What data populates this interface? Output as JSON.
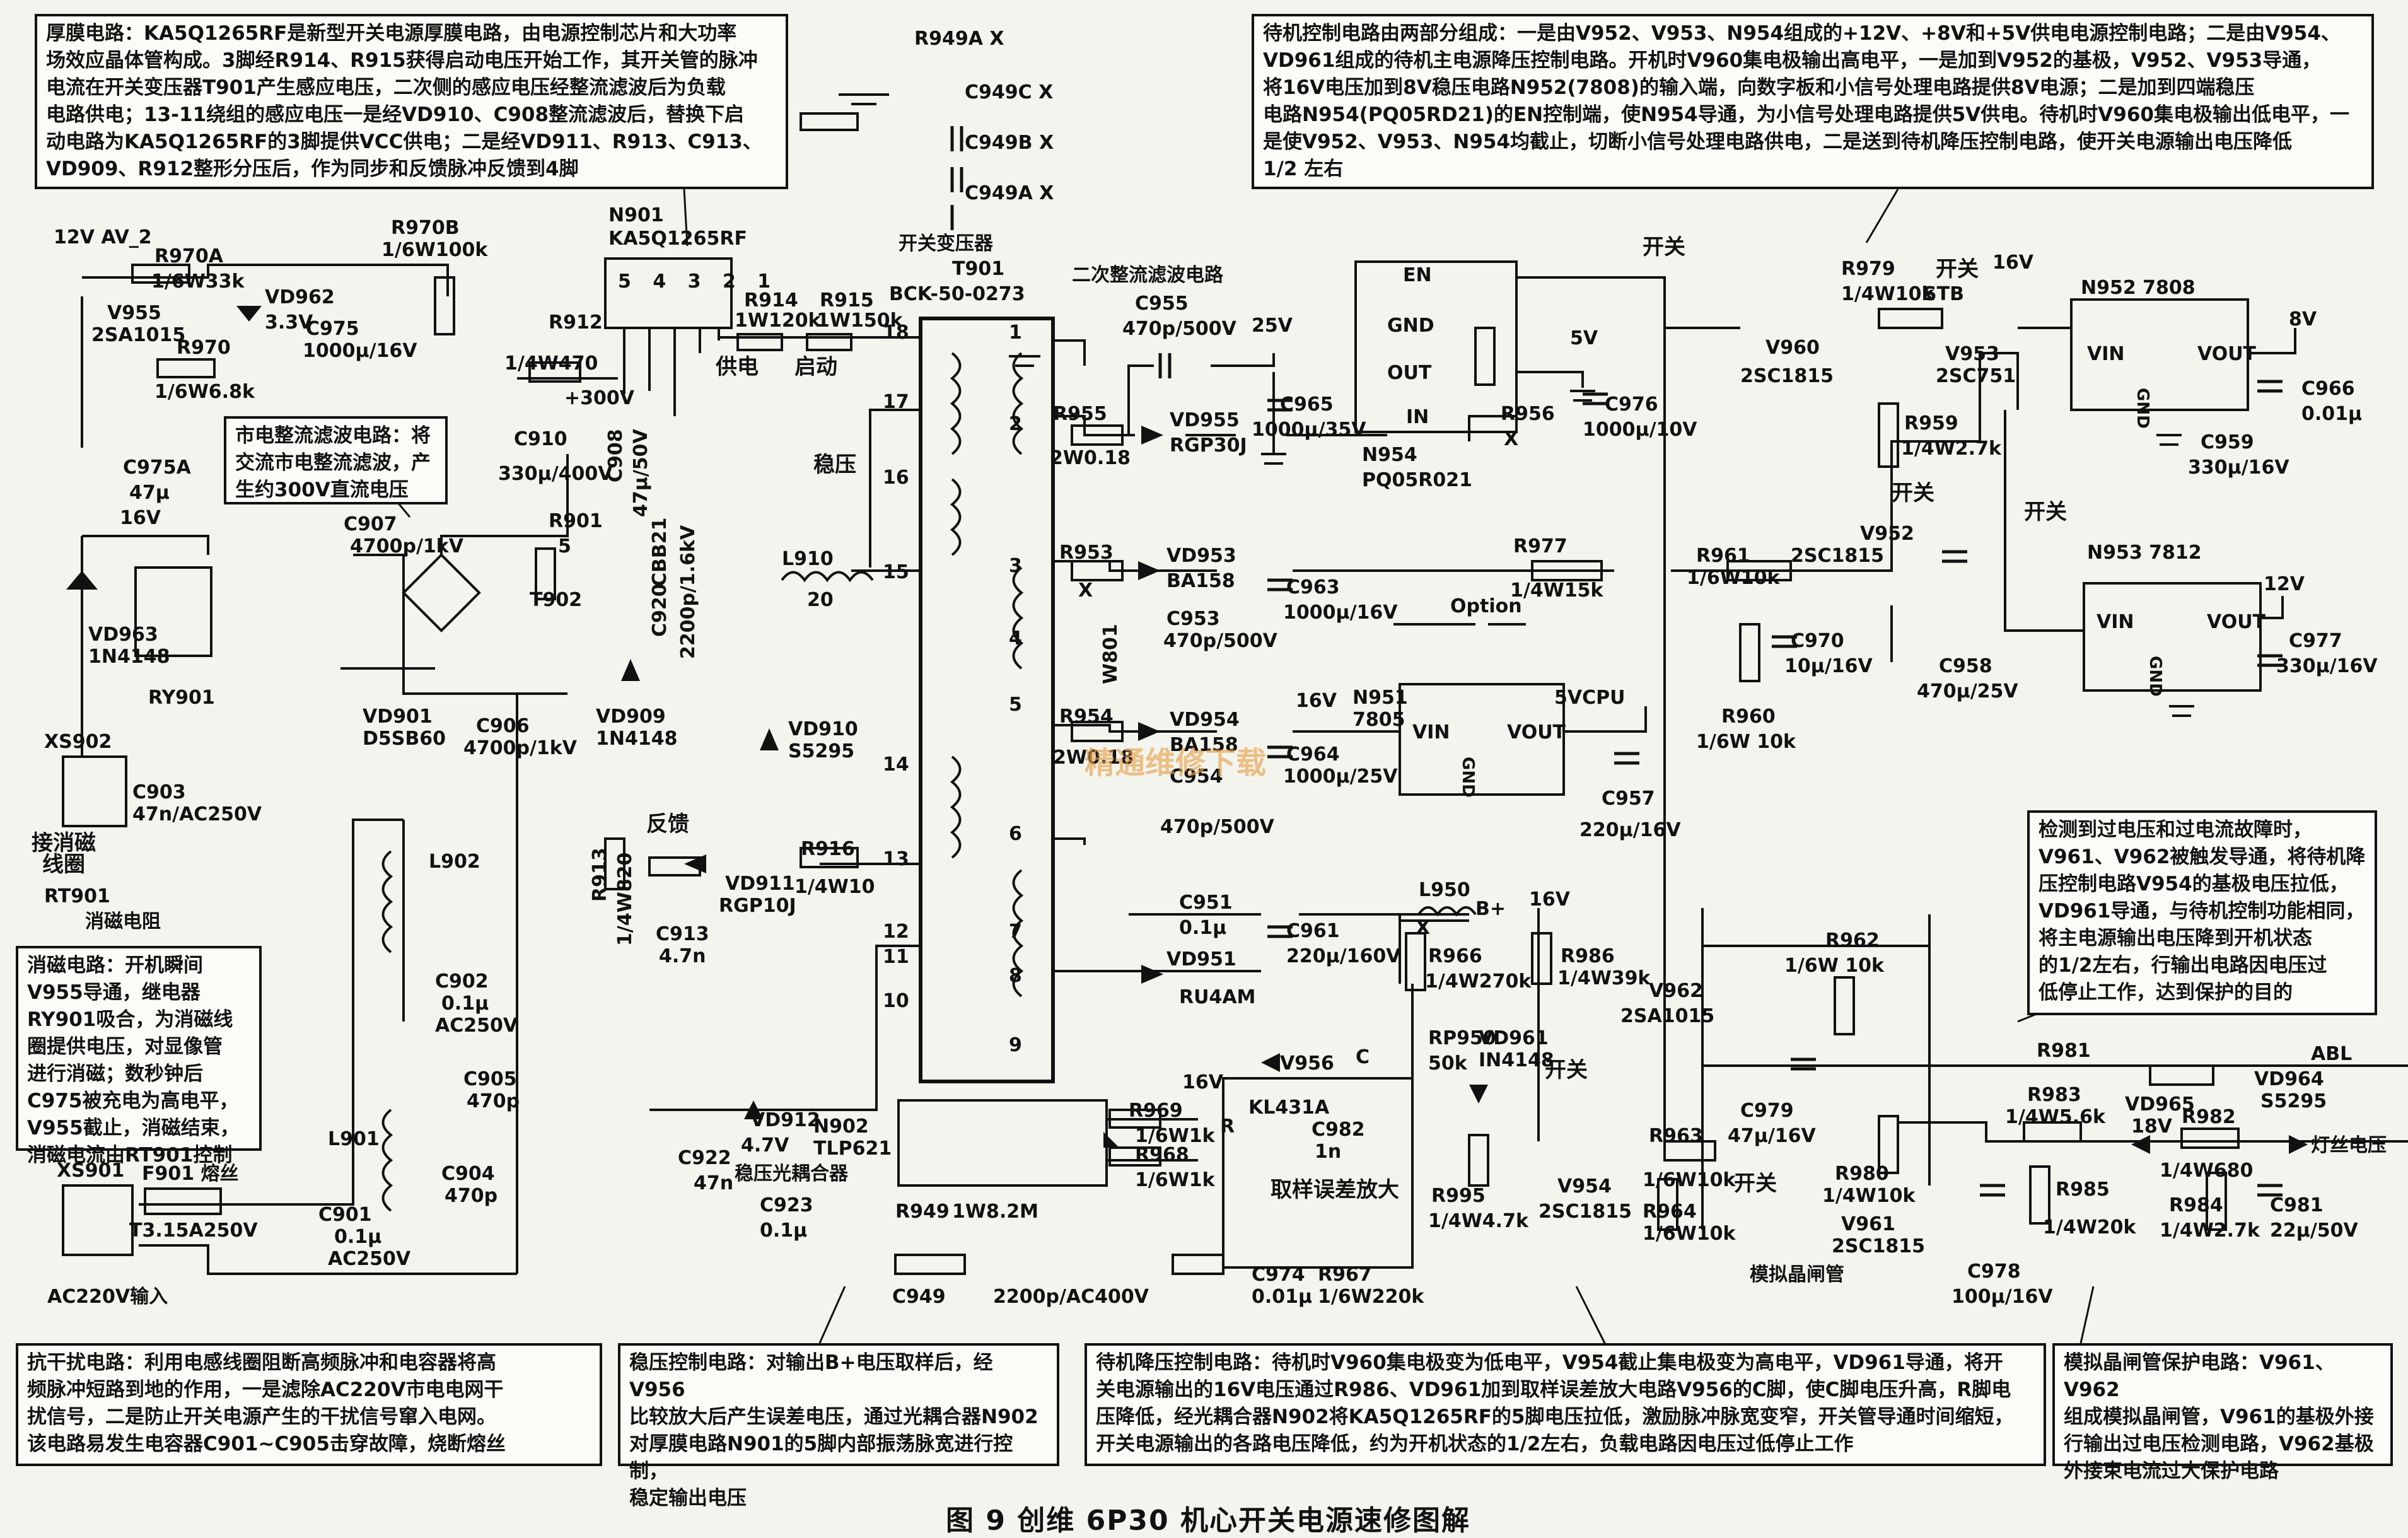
{
  "notes": {
    "thick_film": "厚膜电路：KA5Q1265RF是新型开关电源厚膜电路，由电源控制芯片和大功率\n场效应晶体管构成。3脚经R914、R915获得启动电压开始工作，其开关管的脉冲\n电流在开关变压器T901产生感应电压，二次侧的感应电压经整流滤波后为负载\n电路供电；13-11绕组的感应电压一是经VD910、C908整流滤波后，替换下启\n动电路为KA5Q1265RF的3脚提供VCC供电；二是经VD911、R913、C913、\nVD909、R912整形分压后，作为同步和反馈脉冲反馈到4脚",
    "standby": "待机控制电路由两部分组成：一是由V952、V953、N954组成的+12V、+8V和+5V供电电源控制电路；二是由V954、\nVD961组成的待机主电源降压控制电路。开机时V960集电极输出高电平，一是加到V952的基极，V952、V953导通，\n将16V电压加到8V稳压电路N952(7808)的输入端，向数字板和小信号处理电路提供8V电源；二是加到四端稳压\n电路N954(PQ05RD21)的EN控制端，使N954导通，为小信号处理电路提供5V供电。待机时V960集电极输出低电平，一\n是使V952、V953、N954均截止，切断小信号处理电路供电，二是送到待机降压控制电路，使开关电源输出电压降低\n1/2 左右",
    "mains": "市电整流滤波电路：将\n交流市电整流滤波，产\n生约300V直流电压",
    "degauss": "消磁电路：开机瞬间\nV955导通，继电器\nRY901吸合，为消磁线\n圈提供电压，对显像管\n进行消磁；数秒钟后\nC975被充电为高电平，\nV955截止，消磁结束，\n消磁电流由RT901控制",
    "protect": "检测到过电压和过电流故障时，\nV961、V962被触发导通，将待机降\n压控制电路V954的基极电压拉低，\nVD961导通，与待机控制功能相同，\n将主电源输出电压降到开机状态\n的1/2左右，行输出电路因电压过\n低停止工作，达到保护的目的",
    "emi": "抗干扰电路：利用电感线圈阻断高频脉冲和电容器将高\n频脉冲短路到地的作用，一是滤除AC220V市电电网干\n扰信号，二是防止开关电源产生的干扰信号窜入电网。\n该电路易发生电容器C901~C905击穿故障，烧断熔丝",
    "regulation": "稳压控制电路：对输出B+电压取样后，经V956\n比较放大后产生误差电压，通过光耦合器N902\n对厚膜电路N901的5脚内部振荡脉宽进行控制，\n稳定输出电压",
    "standby_down": "待机降压控制电路：待机时V960集电极变为低电平，V954截止集电极变为高电平，VD961导通，将开\n关电源输出的16V电压通过R986、VD961加到取样误差放大电路V956的C脚，使C脚电压升高，R脚电\n压降低，经光耦合器N902将KA5Q1265RF的5脚电压拉低，激励脉冲脉宽变窄，开关管导通时间缩短，\n开关电源输出的各路电压降低，约为开机状态的1/2左右，负载电路因电压过低停止工作",
    "thyristor": "模拟晶闸管保护电路：V961、V962\n组成模拟晶闸管，V961的基极外接\n行输出过电压检测电路，V962基极\n外接束电流过大保护电路"
  },
  "labels": {
    "v12": "12V  AV_2",
    "r970a": "R970A",
    "r970a_v": "1/6W33k",
    "r970b": "R970B",
    "r970b_v": "1/6W100k",
    "v955": "V955",
    "v955_t": "2SA1015",
    "vd962": "VD962",
    "vd962_v": "3.3V",
    "c975": "C975",
    "c975_v": "1000μ/16V",
    "r970": "R970",
    "r970_v": "1/6W6.8k",
    "c975a": "C975A",
    "c975a_v": "47μ",
    "c975a_v2": "16V",
    "vd963": "VD963",
    "vd963_t": "1N4148",
    "ry901": "RY901",
    "xs902": "XS902",
    "xs902_d": "接消磁\n线圈",
    "c903": "C903",
    "c903_v": "47n/AC250V",
    "rt901": "RT901",
    "rt901_d": "消磁电阻",
    "xs901": "XS901",
    "f901": "F901 熔丝",
    "f901_v": "T3.15A250V",
    "ac_in": "AC220V输入",
    "c901": "C901",
    "c901_v": "0.1μ",
    "c901_v2": "AC250V",
    "l901": "L901",
    "l902": "L902",
    "c902": "C902",
    "c902_v": "0.1μ",
    "c902_v2": "AC250V",
    "c904": "C904",
    "c904_v": "470p",
    "c905": "C905",
    "c905_v": "470p",
    "c906": "C906",
    "c906_v": "4700p/1kV",
    "c907": "C907",
    "c907_v": "4700p/1kV",
    "vd901": "VD901",
    "vd901_t": "D5SB60",
    "t902": "T902",
    "r912": "R912",
    "r912_v": "1/4W470",
    "v300": "+300V",
    "c910": "C910",
    "c910_v": "330μ/400V",
    "c908": "C908",
    "c908_v": "47μ/50V",
    "r901": "R901",
    "r901_v": "5",
    "cbb21": "CBB21",
    "c920": "C920",
    "c920_v": "2200p/1.6kV",
    "vd909": "VD909",
    "vd909_t": "1N4148",
    "fb": "反馈",
    "r913": "R913",
    "r913_v": "1/4W820",
    "c913": "C913",
    "c913_v": "4.7n",
    "vd910": "VD910",
    "vd910_t": "S5295",
    "vd911": "VD911",
    "vd911_t": "RGP10J",
    "r916": "R916",
    "r916_v": "1/4W10",
    "n901": "N901",
    "n901_t": "KA5Q1265RF",
    "n901_pins": "5 4 3 2 1",
    "r914": "R914",
    "r914_v": "1W120k",
    "r915": "R915",
    "r915_v": "1W150k",
    "supply": "供电",
    "start": "启动",
    "stab": "稳压",
    "l910": "L910",
    "l910_v": "20",
    "t901": "开关变压器",
    "t901_n": "T901",
    "t901_t": "BCK-50-0273",
    "r949a_x": "R949A  X",
    "c949c": "C949C  X",
    "c949b": "C949B  X",
    "c949a": "C949A  X",
    "sec_rect": "二次整流滤波电路",
    "c955": "C955",
    "c955_v": "470p/500V",
    "v25": "25V",
    "r955": "R955",
    "r955_v": "2W0.18",
    "vd955": "VD955",
    "vd955_t": "RGP30J",
    "c965": "C965",
    "c965_v": "1000μ/35V",
    "r953": "R953",
    "r953_x": "X",
    "vd953": "VD953",
    "vd953_t": "BA158",
    "c963": "C963",
    "c963_v": "1000μ/16V",
    "c953": "C953",
    "c953_v": "470p/500V",
    "w801": "W801",
    "r954": "R954",
    "r954_v": "2W0.18",
    "vd954": "VD954",
    "vd954_t": "BA158",
    "c964": "C964",
    "c964_v": "1000μ/25V",
    "c954": "C954",
    "c954_v": "470p/500V",
    "v16": "16V",
    "c951": "C951",
    "c951_v": "0.1μ",
    "c961": "C961",
    "c961_v": "220μ/160V",
    "vd951": "VD951",
    "vd951_t": "RU4AM",
    "l950": "L950",
    "bplus": "B+",
    "l950_x": "X",
    "n954_en": "EN",
    "n954_gnd": "GND",
    "n954_out": "OUT",
    "n954_in": "IN",
    "n954": "N954",
    "n954_t": "PQ05R021",
    "v5": "5V",
    "c976": "C976",
    "c976_v": "1000μ/10V",
    "r956": "R956",
    "r956_x": "X",
    "sw": "开关",
    "v960": "V960",
    "v960_t": "2SC1815",
    "r979": "R979",
    "r979_v": "1/4W10k",
    "stb": "STB",
    "stb_sw": "开关",
    "v953": "V953",
    "v953_t": "2SC751",
    "r959": "R959",
    "r959_v": "1/4W2.7k",
    "n952": "N952   7808",
    "vin": "VIN",
    "vout": "VOUT",
    "gnd": "GND",
    "v8": "8V",
    "c966": "C966",
    "c966_v": "0.01μ",
    "c959": "C959",
    "c959_v": "330μ/16V",
    "n953": "N953  7812",
    "v12b": "12V",
    "c977": "C977",
    "c977_v": "330μ/16V",
    "r977": "R977",
    "r977_v": "1/4W15k",
    "option": "Option",
    "r961": "R961",
    "r961_v": "1/6W10k",
    "v952": "V952",
    "v952_t": "2SC1815",
    "c970": "C970",
    "c970_v": "10μ/16V",
    "r960": "R960",
    "r960_v": "1/6W 10k",
    "c958": "C958",
    "c958_v": "470μ/25V",
    "n951": "N951",
    "n951_t": "7805",
    "v5cpu": "5VCPU",
    "c957": "C957",
    "c957_v": "220μ/16V",
    "r966": "R966",
    "r966_v": "1/4W270k",
    "r986": "R986",
    "r986_v": "1/4W39k",
    "rp950": "RP950",
    "rp950_v": "50k",
    "vd961": "VD961",
    "vd961_t": "IN4148",
    "v956": "V956",
    "kl431": "KL431A",
    "pin_c": "C",
    "pin_r": "R",
    "c982": "C982",
    "c982_v": "1n",
    "sample": "取样误差放大",
    "r995": "R995",
    "r995_v": "1/4W4.7k",
    "c974": "C974",
    "c974_v": "0.01μ",
    "r967": "R967",
    "r967_v": "1/6W220k",
    "n902": "N902",
    "n902_t": "TLP621",
    "n902_d": "稳压光耦合器",
    "r969": "R969",
    "r969_v": "1/6W1k",
    "r968": "R968",
    "r968_v": "1/6W1k",
    "vd912": "VD912",
    "vd912_v": "4.7V",
    "c922": "C922",
    "c922_v": "47n",
    "c923": "C923",
    "c923_v": "0.1μ",
    "r949": "R949",
    "r949_v": "1W8.2M",
    "c949": "C949",
    "c949_v": "2200p/AC400V",
    "v954": "V954",
    "v954_t": "2SC1815",
    "r963": "R963",
    "r963_v": "1/6W10k",
    "r964": "R964",
    "r964_v": "1/6W10k",
    "r962": "R962",
    "r962_v": "1/6W 10k",
    "v962": "V962",
    "v962_t": "2SA1015",
    "c979": "C979",
    "c979_v": "47μ/16V",
    "r980": "R980",
    "r980_v": "1/4W10k",
    "v961": "V961",
    "v961_t": "2SC1815",
    "thy": "模拟晶闸管",
    "r981": "R981",
    "abl": "ABL",
    "r983": "R983",
    "r983_v": "1/4W5.6k",
    "vd965": "VD965",
    "vd965_v": "18V",
    "r982": "R982",
    "r982_v": "1/4W680",
    "vd964": "VD964",
    "vd964_t": "S5295",
    "heater": "灯丝电压",
    "r985": "R985",
    "r985_v": "1/4W20k",
    "r984": "R984",
    "r984_v": "1/4W2.7k",
    "c981": "C981",
    "c981_v": "22μ/50V",
    "c978": "C978",
    "c978_v": "100μ/16V",
    "caption": "图 9   创维 6P30 机心开关电源速修图解",
    "watermark": "精通维修下载"
  }
}
